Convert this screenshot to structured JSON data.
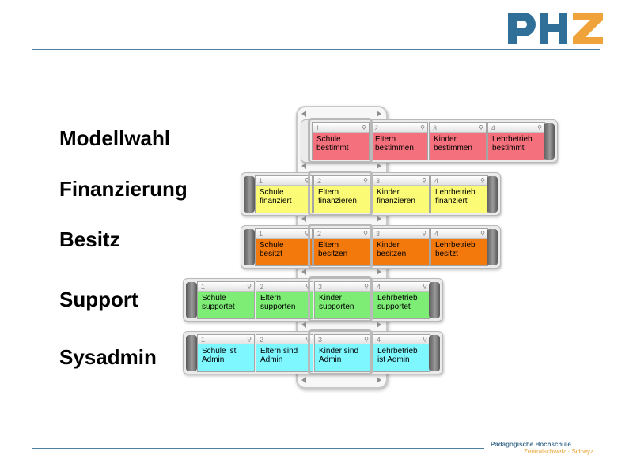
{
  "header": {
    "logo_text": "PHZ",
    "logo_colors": {
      "blue": "#2f6f98",
      "orange": "#f0a33a"
    }
  },
  "footer": {
    "line1": "Pädagogische Hochschule",
    "line2": "Zentralschweiz · Schwyz"
  },
  "rows": [
    {
      "label": "Modellwahl",
      "color": "#f3707c",
      "cards": [
        {
          "num": "1",
          "text": "Schule\nbestimmt"
        },
        {
          "num": "2",
          "text": "Eltern\nbestimmen"
        },
        {
          "num": "3",
          "text": "Kinder\nbestimmen"
        },
        {
          "num": "4",
          "text": "Lehrbetrieb\nbestimmt"
        }
      ]
    },
    {
      "label": "Finanzierung",
      "color": "#fbfb76",
      "cards": [
        {
          "num": "1",
          "text": "Schule\nfinanziert"
        },
        {
          "num": "2",
          "text": "Eltern\nfinanzieren"
        },
        {
          "num": "3",
          "text": "Kinder\nfinanzieren"
        },
        {
          "num": "4",
          "text": "Lehrbetrieb\nfinanziert"
        }
      ]
    },
    {
      "label": "Besitz",
      "color": "#f3790d",
      "cards": [
        {
          "num": "1",
          "text": "Schule\nbesitzt"
        },
        {
          "num": "2",
          "text": "Eltern\nbesitzen"
        },
        {
          "num": "3",
          "text": "Kinder\nbesitzen"
        },
        {
          "num": "4",
          "text": "Lehrbetrieb\nbesitzt"
        }
      ]
    },
    {
      "label": "Support",
      "color": "#7eed76",
      "cards": [
        {
          "num": "1",
          "text": "Schule\nsupportet"
        },
        {
          "num": "2",
          "text": "Eltern\nsupporten"
        },
        {
          "num": "3",
          "text": "Kinder\nsupporten"
        },
        {
          "num": "4",
          "text": "Lehrbetrieb\nsupportet"
        }
      ]
    },
    {
      "label": "Sysadmin",
      "color": "#7ff7ff",
      "cards": [
        {
          "num": "1",
          "text": "Schule ist\nAdmin"
        },
        {
          "num": "2",
          "text": "Eltern sind\nAdmin"
        },
        {
          "num": "3",
          "text": "Kinder sind\nAdmin"
        },
        {
          "num": "4",
          "text": "Lehrbetrieb\nist Admin"
        }
      ]
    }
  ]
}
